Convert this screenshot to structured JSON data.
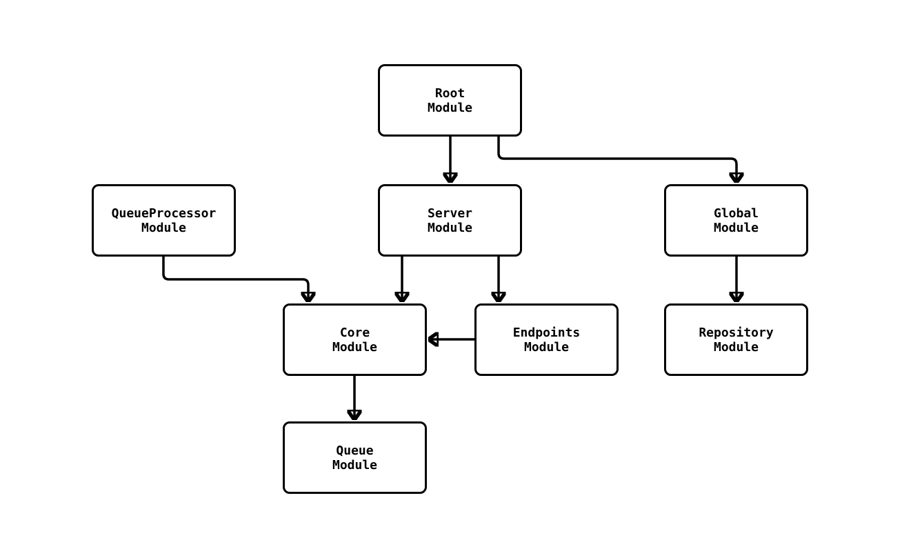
{
  "diagram": {
    "type": "module-dependency-flowchart",
    "colors": {
      "background": "#ffffff",
      "node_fill": "#ffffff",
      "node_border": "#000000",
      "edge_stroke": "#000000",
      "text": "#000000"
    },
    "nodes": [
      {
        "id": "root",
        "line1": "Root",
        "line2": "Module"
      },
      {
        "id": "queueprocessor",
        "line1": "QueueProcessor",
        "line2": "Module"
      },
      {
        "id": "server",
        "line1": "Server",
        "line2": "Module"
      },
      {
        "id": "global",
        "line1": "Global",
        "line2": "Module"
      },
      {
        "id": "core",
        "line1": "Core",
        "line2": "Module"
      },
      {
        "id": "endpoints",
        "line1": "Endpoints",
        "line2": "Module"
      },
      {
        "id": "repository",
        "line1": "Repository",
        "line2": "Module"
      },
      {
        "id": "queue",
        "line1": "Queue",
        "line2": "Module"
      }
    ],
    "edges": [
      {
        "from": "Root Module",
        "to": "Server Module"
      },
      {
        "from": "Root Module",
        "to": "Global Module"
      },
      {
        "from": "QueueProcessor Module",
        "to": "Core Module"
      },
      {
        "from": "Server Module",
        "to": "Core Module"
      },
      {
        "from": "Server Module",
        "to": "Endpoints Module"
      },
      {
        "from": "Endpoints Module",
        "to": "Core Module"
      },
      {
        "from": "Global Module",
        "to": "Repository Module"
      },
      {
        "from": "Core Module",
        "to": "Queue Module"
      }
    ]
  }
}
